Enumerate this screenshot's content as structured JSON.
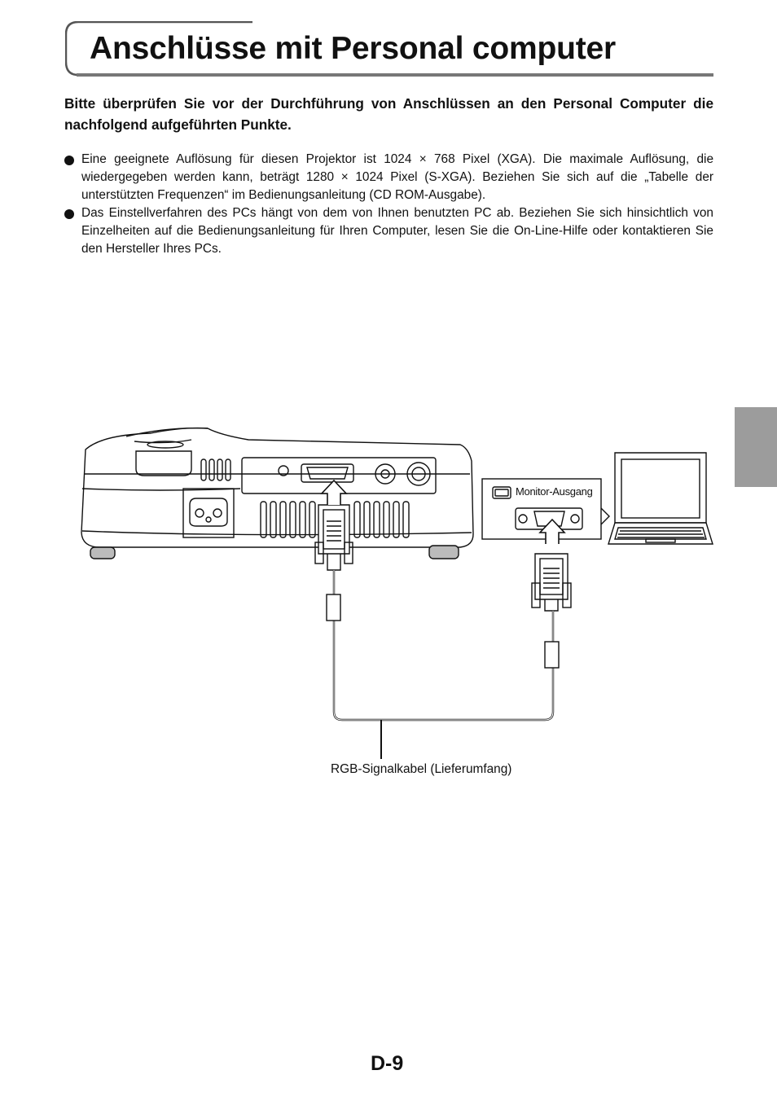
{
  "page": {
    "title": "Anschlüsse mit Personal computer",
    "intro": "Bitte überprüfen Sie vor der Durchführung von Anschlüssen an den Personal Computer die nachfolgend aufgeführten Punkte.",
    "bullets": [
      "Eine geeignete Auflösung für diesen Projektor ist 1024 × 768 Pixel (XGA). Die maximale Auflösung, die wiedergegeben werden kann, beträgt 1280 × 1024 Pixel (S-XGA). Beziehen Sie sich auf die „Tabelle der unterstützten Frequenzen“ im Bedienungsanleitung (CD ROM-Ausgabe).",
      "Das Einstellverfahren des PCs hängt von dem von Ihnen benutzten PC ab. Beziehen Sie sich hinsichtlich von Einzelheiten auf die Bedienungsanleitung für Ihren Computer, lesen Sie die On-Line-Hilfe oder kontaktieren Sie den Hersteller Ihres PCs."
    ],
    "page_number": "D-9"
  },
  "diagram": {
    "monitor_output_label": "Monitor-Ausgang",
    "cable_label": "RGB-Signalkabel (Lieferumfang)"
  }
}
